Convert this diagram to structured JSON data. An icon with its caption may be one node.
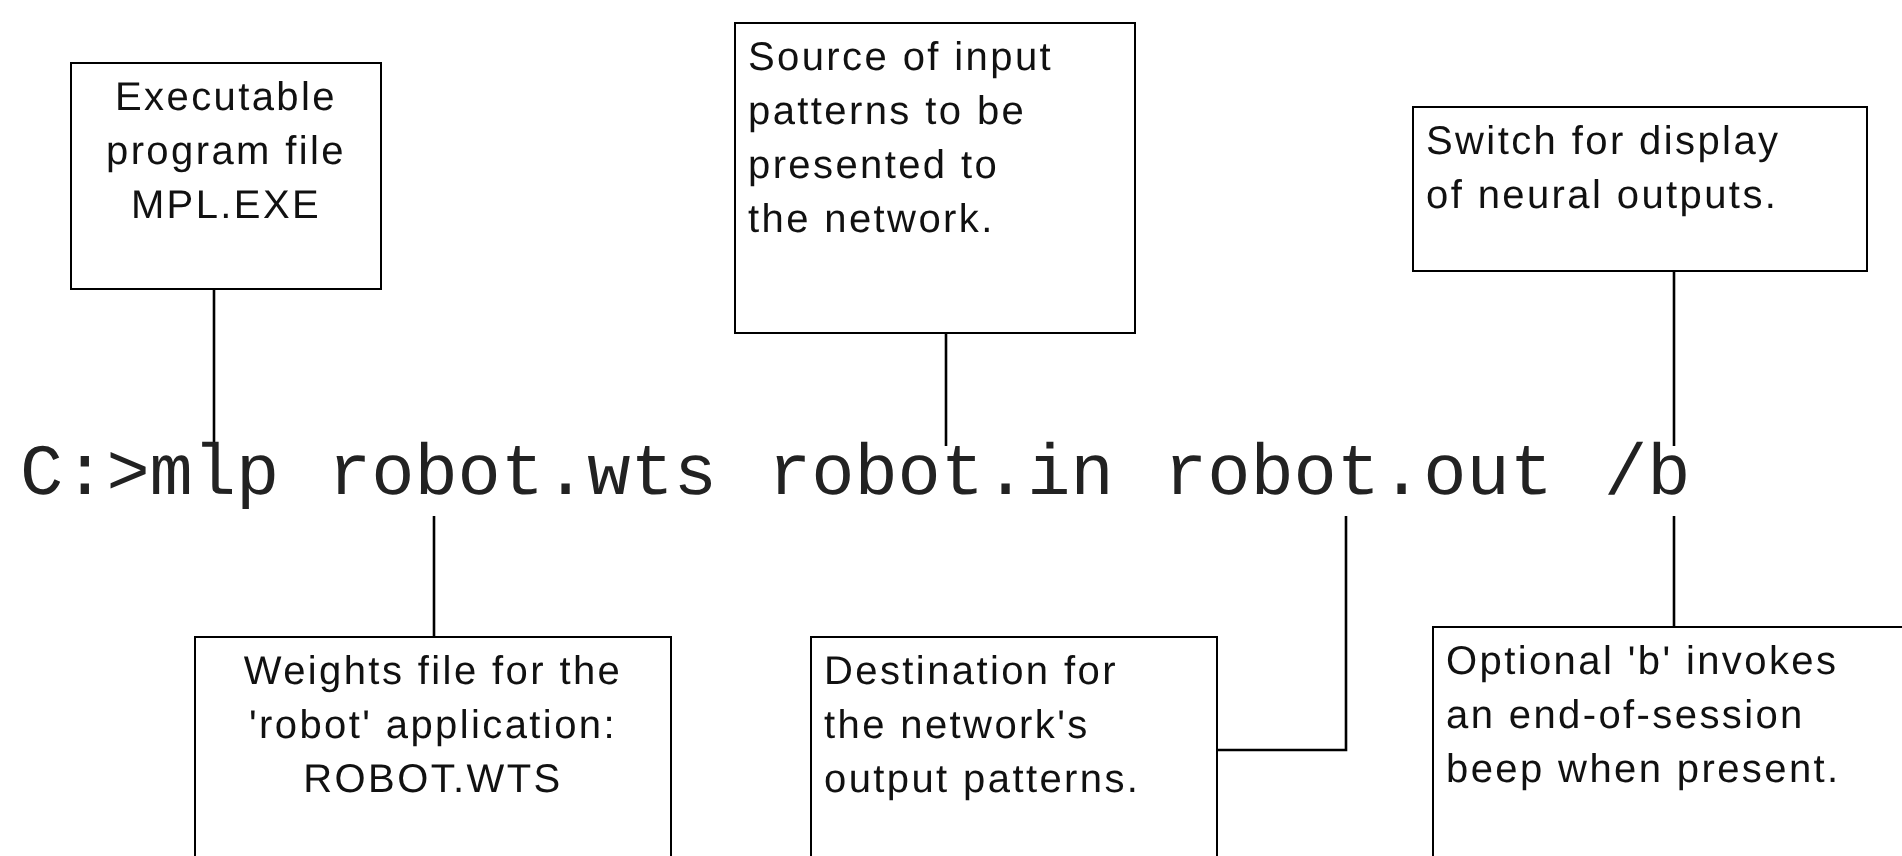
{
  "diagram": {
    "nodes": [
      {
        "text": [
          "Executable program file MPL.EXE"
        ]
      },
      {
        "text": [
          "Source of input patterns to be presented to the network."
        ]
      },
      {
        "text": [
          "Switch for display of neural outputs."
        ]
      },
      {
        "text": [
          "C:>mlp"
        ]
      },
      {
        "text": [
          "robot.wts"
        ]
      },
      {
        "text": [
          "robot.in"
        ]
      },
      {
        "text": [
          "robot.out"
        ]
      },
      {
        "text": [
          "/b"
        ]
      },
      {
        "text": [
          "Weights file for the 'robot' application: ROBOT.WTS"
        ]
      },
      {
        "text": [
          "Destination for the network's output patterns."
        ]
      },
      {
        "text": [
          "Optional 'b' invokes an end-of-session beep when present."
        ]
      }
    ],
    "edges": [
      {
        "from": 0,
        "to": 3,
        "arrow": "none"
      },
      {
        "from": 1,
        "to": 5,
        "arrow": "none"
      },
      {
        "from": 2,
        "to": 7,
        "arrow": "none"
      },
      {
        "from": 8,
        "to": 4,
        "arrow": "none"
      },
      {
        "from": 9,
        "to": 6,
        "arrow": "none"
      },
      {
        "from": 10,
        "to": 7,
        "arrow": "none"
      }
    ]
  }
}
